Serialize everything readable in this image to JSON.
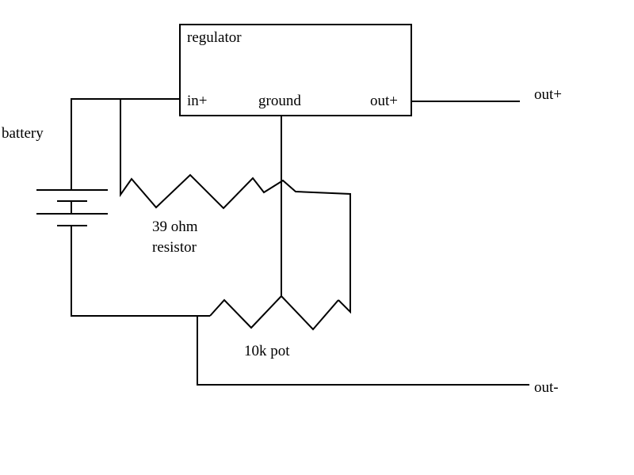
{
  "labels": {
    "regulator": "regulator",
    "in_plus": "in+",
    "ground": "ground",
    "out_plus_pin": "out+",
    "out_plus_terminal": "out+",
    "out_minus_terminal": "out-",
    "battery": "battery",
    "resistor_line1": "39 ohm",
    "resistor_line2": "resistor",
    "pot": "10k pot"
  },
  "colors": {
    "wire": "#000000",
    "background": "#ffffff"
  }
}
